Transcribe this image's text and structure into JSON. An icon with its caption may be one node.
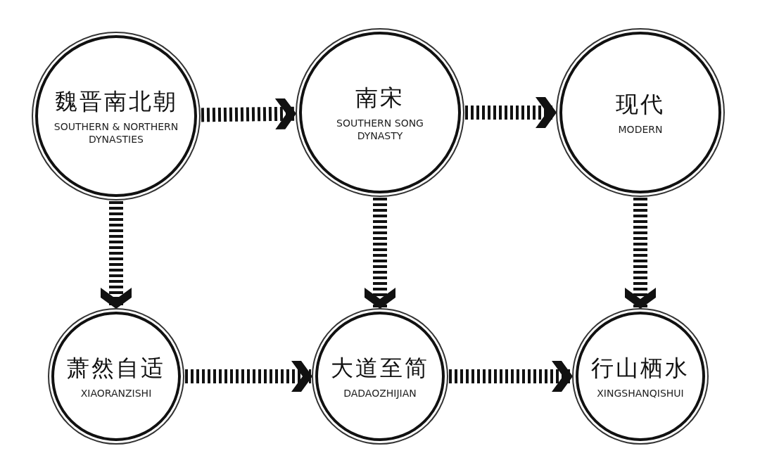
{
  "diagram": {
    "nodes": [
      {
        "text": [
          "魏晋南北朝",
          "SOUTHERN & NORTHERN DYNASTIES"
        ]
      },
      {
        "text": [
          "南宋",
          "SOUTHERN SONG DYNASTY"
        ]
      },
      {
        "text": [
          "现代",
          "MODERN"
        ]
      },
      {
        "text": [
          "萧然自适",
          "XIAORANZISHI"
        ]
      },
      {
        "text": [
          "大道至简",
          "DADAOZHIJIAN"
        ]
      },
      {
        "text": [
          "行山栖水",
          "XINGSHANQISHUI"
        ]
      }
    ],
    "edges": [
      {
        "from": 0,
        "to": 1,
        "arrow": "to"
      },
      {
        "from": 1,
        "to": 2,
        "arrow": "to"
      },
      {
        "from": 0,
        "to": 3,
        "arrow": "to"
      },
      {
        "from": 1,
        "to": 4,
        "arrow": "to"
      },
      {
        "from": 2,
        "to": 5,
        "arrow": "to"
      },
      {
        "from": 3,
        "to": 4,
        "arrow": "to"
      },
      {
        "from": 4,
        "to": 5,
        "arrow": "to"
      }
    ]
  }
}
